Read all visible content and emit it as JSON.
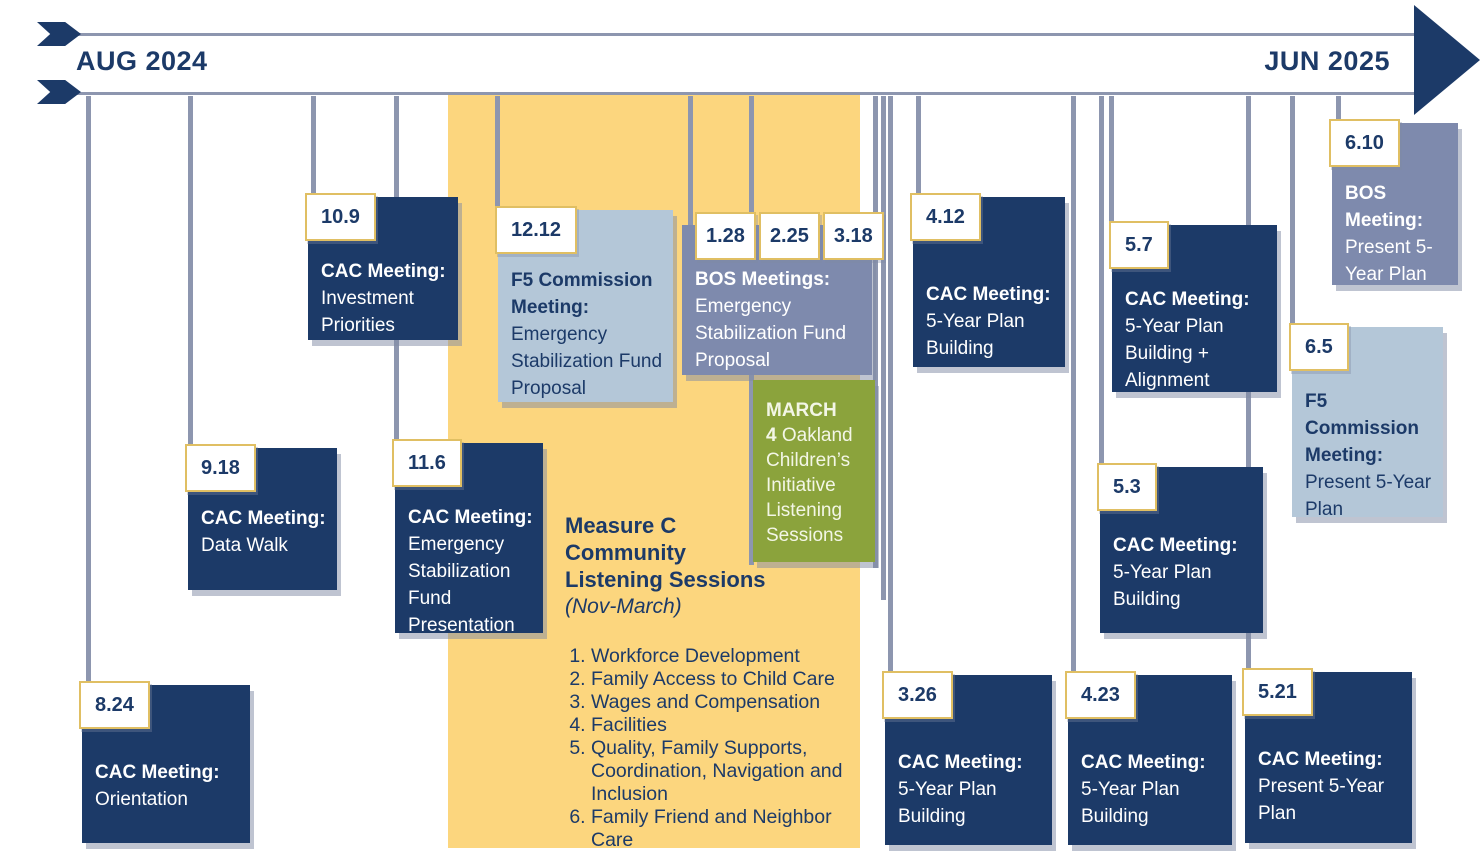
{
  "timeline": {
    "start_label": "AUG 2024",
    "end_label": "JUN 2025"
  },
  "events": [
    {
      "dates": [
        "8.24"
      ],
      "title": "CAC Meeting:",
      "description": "Orientation"
    },
    {
      "dates": [
        "9.18"
      ],
      "title": "CAC Meeting:",
      "description": "Data Walk"
    },
    {
      "dates": [
        "10.9"
      ],
      "title": "CAC Meeting:",
      "description": "Investment Priorities"
    },
    {
      "dates": [
        "11.6"
      ],
      "title": "CAC Meeting:",
      "description": "Emergency Stabilization Fund Presentation"
    },
    {
      "dates": [
        "12.12"
      ],
      "title": "F5 Commission Meeting:",
      "description": "Emergency Stabilization Fund Proposal"
    },
    {
      "dates": [
        "1.28",
        "2.25",
        "3.18"
      ],
      "title": "BOS Meetings:",
      "description": "Emergency Stabilization Fund Proposal"
    },
    {
      "dates": [],
      "title": "MARCH",
      "day": "4",
      "description": "Oakland Children’s Initiative Listening Sessions"
    },
    {
      "dates": [
        "4.12"
      ],
      "title": "CAC Meeting:",
      "description": "5-Year Plan Building"
    },
    {
      "dates": [
        "5.7"
      ],
      "title": "CAC Meeting:",
      "description": "5-Year Plan Building + Alignment"
    },
    {
      "dates": [
        "5.3"
      ],
      "title": "CAC Meeting:",
      "description": "5-Year Plan Building"
    },
    {
      "dates": [
        "6.5"
      ],
      "title": "F5 Commission Meeting:",
      "description": "Present 5-Year Plan"
    },
    {
      "dates": [
        "6.10"
      ],
      "title": "BOS Meeting:",
      "description": "Present 5-Year Plan"
    },
    {
      "dates": [
        "3.26"
      ],
      "title": "CAC Meeting:",
      "description": "5-Year Plan Building"
    },
    {
      "dates": [
        "4.23"
      ],
      "title": "CAC Meeting:",
      "description": "5-Year Plan Building"
    },
    {
      "dates": [
        "5.21"
      ],
      "title": "CAC Meeting:",
      "description": "Present 5-Year Plan"
    }
  ],
  "listening_sessions": {
    "heading": "Measure C\nCommunity\nListening Sessions",
    "subheading": "(Nov-March)",
    "topics": [
      "Workforce Development",
      "Family Access to Child Care",
      "Wages and Compensation",
      "Facilities",
      "Quality, Family Supports, Coordination, Navigation and Inclusion",
      "Family Friend and Neighbor Care"
    ]
  },
  "colors": {
    "navy": "#1c3a68",
    "slate": "#7e8aad",
    "light_blue": "#b4c7d8",
    "yellow": "#fcd67e",
    "green": "#8ba33c",
    "line": "#8d96af",
    "tab_border": "#e0bf63"
  }
}
